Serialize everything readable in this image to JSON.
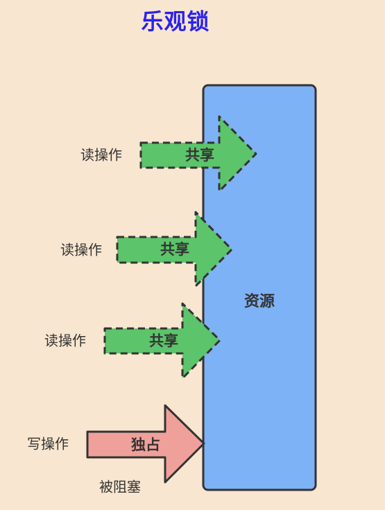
{
  "title": "乐观锁",
  "resource": {
    "label": "资源",
    "fill": "#7eb2f6",
    "stroke": "#333333"
  },
  "arrows": [
    {
      "op_label": "读操作",
      "arrow_label": "共享",
      "style": "dashed",
      "fill": "#5cc46a"
    },
    {
      "op_label": "读操作",
      "arrow_label": "共享",
      "style": "dashed",
      "fill": "#5cc46a"
    },
    {
      "op_label": "读操作",
      "arrow_label": "共享",
      "style": "dashed",
      "fill": "#5cc46a"
    },
    {
      "op_label": "写操作",
      "arrow_label": "独占",
      "style": "solid",
      "fill": "#f0a09a"
    }
  ],
  "blocked_note": "被阻塞",
  "colors": {
    "background": "#f9e6d0",
    "title": "#2a22f0",
    "text": "#333333"
  }
}
